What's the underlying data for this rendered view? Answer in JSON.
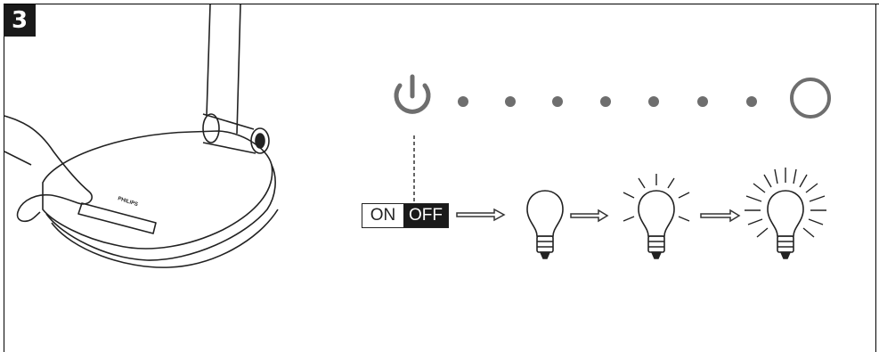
{
  "step": {
    "number": "3"
  },
  "switch": {
    "on_label": "ON",
    "off_label": "OFF"
  },
  "brightness_levels": 7,
  "colors": {
    "ink": "#1a1a1a",
    "indicator": "#6e6e6e",
    "line": "#333333"
  },
  "icons": [
    "power-icon",
    "brightness-dot-icon",
    "brightness-max-ring-icon",
    "bulb-off-icon",
    "bulb-dim-icon",
    "bulb-bright-icon",
    "arrow-icon"
  ]
}
